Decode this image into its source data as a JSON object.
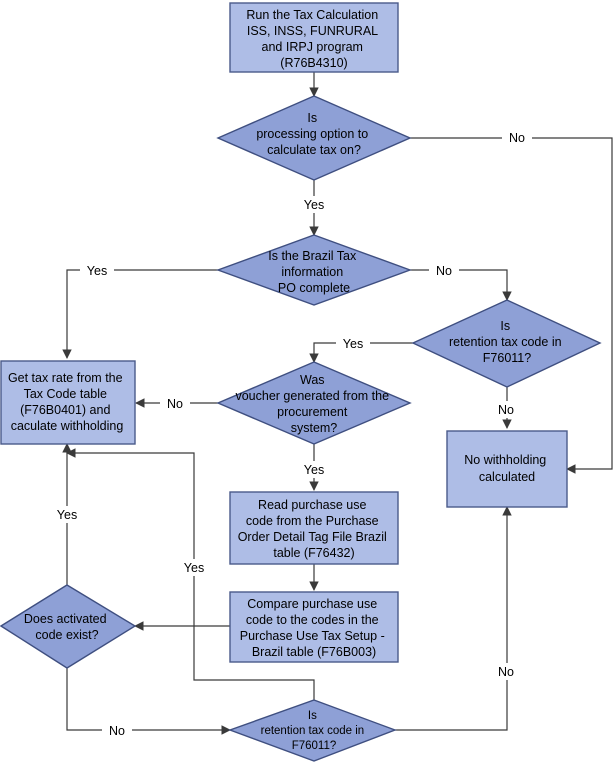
{
  "nodes": {
    "run_program": [
      "Run the Tax Calculation",
      "ISS, INSS, FUNRURAL",
      "and IRPJ program",
      "(R76B4310)"
    ],
    "processing_option": [
      "Is",
      "processing option to",
      "calculate tax on?"
    ],
    "brazil_tax_info": [
      "Is the Brazil Tax",
      "information",
      "PO complete"
    ],
    "retention_code_1": [
      "Is",
      "retention tax code in",
      "F76011?"
    ],
    "get_tax_rate": [
      "Get tax rate from the",
      "Tax Code table",
      "(F76B0401) and",
      "caculate withholding"
    ],
    "voucher_generated": [
      "Was",
      "voucher generated from the",
      "procurement",
      "system?"
    ],
    "no_withholding": [
      "No withholding",
      "calculated"
    ],
    "read_purchase": [
      "Read purchase use",
      "code from the Purchase",
      "Order Detail Tag File Brazil",
      "table (F76432)"
    ],
    "compare_purchase": [
      "Compare purchase use",
      "code to the codes in the",
      "Purchase Use Tax Setup -",
      "Brazil table (F76B003)"
    ],
    "activated_code": [
      "Does activated",
      "code exist?"
    ],
    "retention_code_2": [
      "Is",
      "retention tax code in",
      "F76011?"
    ]
  },
  "labels": {
    "yes": "Yes",
    "no": "No"
  },
  "colors": {
    "process_fill": "#aebde6",
    "decision_fill": "#8ea0d6",
    "border": "#4a5a8a",
    "connector": "#3a3a3a"
  }
}
